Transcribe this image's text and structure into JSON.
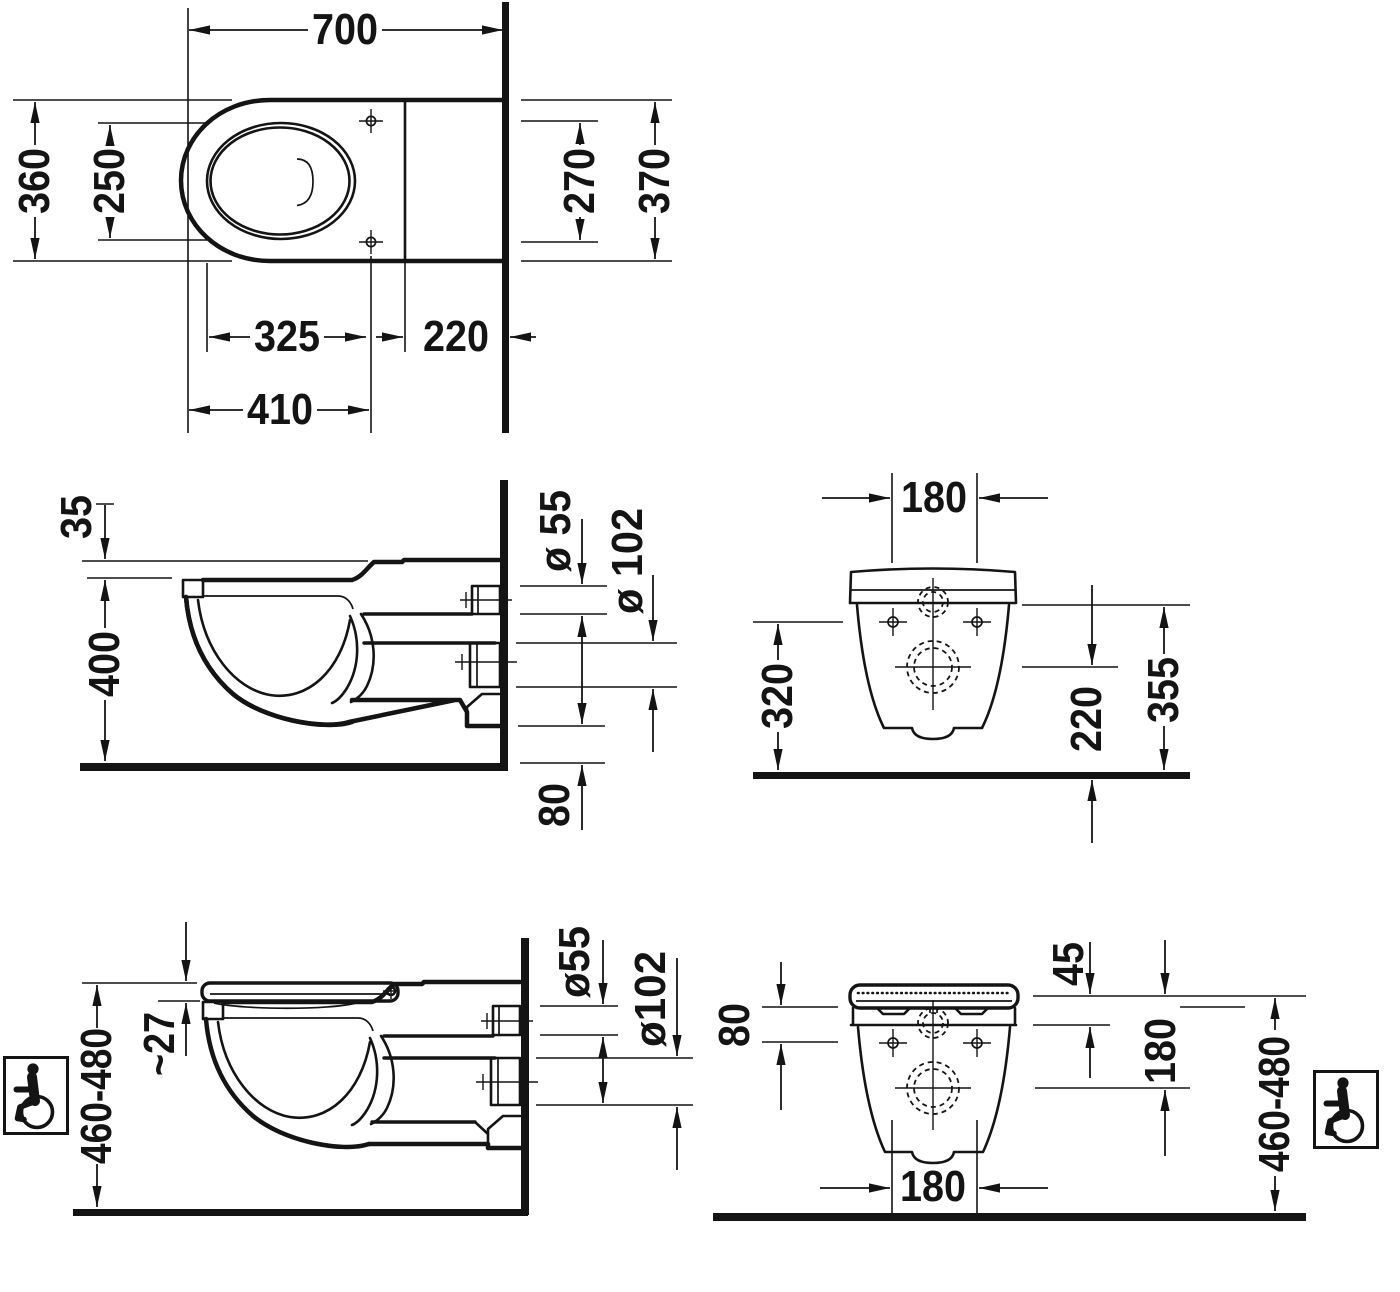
{
  "colors": {
    "ink": "#141414",
    "background": "#ffffff"
  },
  "views": {
    "plan": {
      "name": "top view",
      "labels": {
        "overall_depth": "700",
        "bowl_width": "360",
        "seat_opening_width": "250",
        "hole_spacing": "270",
        "rear_width": "370",
        "opening_to_holes": "325",
        "rear_block_depth": "220",
        "front_to_holes": "410"
      }
    },
    "side": {
      "name": "side section",
      "labels": {
        "top_slope_drop": "35",
        "rim_height": "400",
        "inlet_diameter": "ø 55",
        "outlet_diameter": "ø 102",
        "bottom_clearance": "80"
      }
    },
    "rear": {
      "name": "rear view",
      "labels": {
        "inlet_offset": "180",
        "holes_height": "320",
        "outlet_height": "220",
        "rim_underside_height": "355"
      }
    },
    "side_accessible": {
      "name": "side section barrier-free",
      "labels": {
        "seat_thickness": "~27",
        "seat_height_range": "460-480",
        "inlet_diameter": "ø55",
        "outlet_diameter": "ø102"
      }
    },
    "rear_accessible": {
      "name": "rear view barrier-free",
      "labels": {
        "top_to_holes": "80",
        "seat_to_rim_drop": "45",
        "top_to_outlet": "180",
        "hole_spacing": "180",
        "seat_height_range": "460-480"
      }
    }
  },
  "icons": {
    "accessibility": "wheelchair accessibility symbol"
  }
}
